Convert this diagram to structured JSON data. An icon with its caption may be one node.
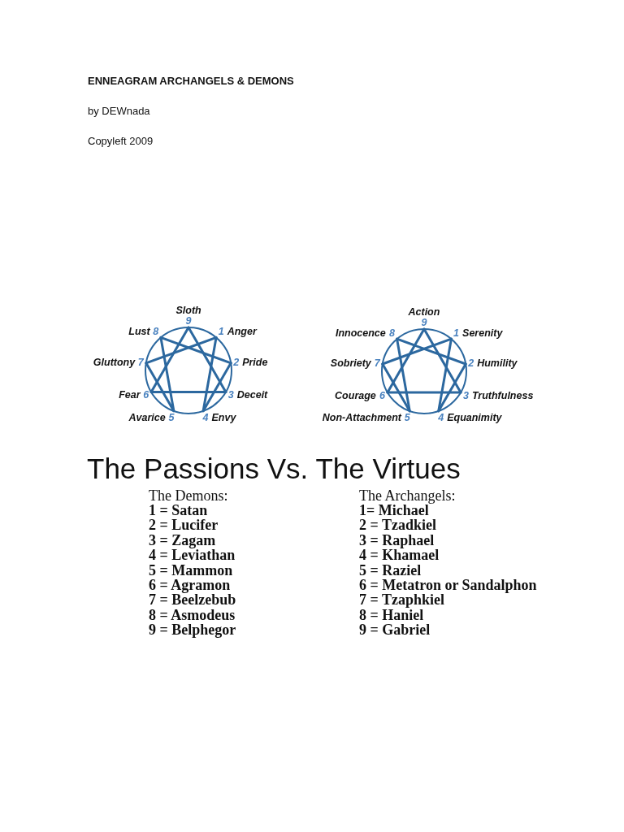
{
  "diagram": {
    "title": "ENNEAGRAM ARCHANGELS & DEMONS",
    "nodes": [
      {
        "text": [
          "1"
        ],
        "beside": [
          "Anger"
        ]
      },
      {
        "text": [
          "2"
        ],
        "beside": [
          "Pride"
        ]
      },
      {
        "text": [
          "3"
        ],
        "beside": [
          "Deceit"
        ]
      },
      {
        "text": [
          "4"
        ],
        "beside": [
          "Envy"
        ]
      },
      {
        "text": [
          "5"
        ],
        "beside": [
          "Avarice"
        ]
      },
      {
        "text": [
          "6"
        ],
        "beside": [
          "Fear"
        ]
      },
      {
        "text": [
          "7"
        ],
        "beside": [
          "Gluttony"
        ]
      },
      {
        "text": [
          "8"
        ],
        "beside": [
          "Lust"
        ]
      },
      {
        "text": [
          "9"
        ],
        "beside": [
          "Sloth"
        ]
      },
      {
        "text": [
          "1"
        ],
        "beside": [
          "Serenity"
        ]
      },
      {
        "text": [
          "2"
        ],
        "beside": [
          "Humility"
        ]
      },
      {
        "text": [
          "3"
        ],
        "beside": [
          "Truthfulness"
        ]
      },
      {
        "text": [
          "4"
        ],
        "beside": [
          "Equanimity"
        ]
      },
      {
        "text": [
          "5"
        ],
        "beside": [
          "Non-Attachment"
        ]
      },
      {
        "text": [
          "6"
        ],
        "beside": [
          "Courage"
        ]
      },
      {
        "text": [
          "7"
        ],
        "beside": [
          "Sobriety"
        ]
      },
      {
        "text": [
          "8"
        ],
        "beside": [
          "Innocence"
        ]
      },
      {
        "text": [
          "9"
        ],
        "beside": [
          "Action"
        ]
      }
    ],
    "edges": [
      {
        "from": 0,
        "to": 3,
        "arrow": "none"
      },
      {
        "from": 3,
        "to": 1,
        "arrow": "none"
      },
      {
        "from": 1,
        "to": 7,
        "arrow": "none"
      },
      {
        "from": 7,
        "to": 4,
        "arrow": "none"
      },
      {
        "from": 4,
        "to": 6,
        "arrow": "none"
      },
      {
        "from": 6,
        "to": 0,
        "arrow": "none"
      },
      {
        "from": 2,
        "to": 5,
        "arrow": "none"
      },
      {
        "from": 5,
        "to": 8,
        "arrow": "none"
      },
      {
        "from": 8,
        "to": 2,
        "arrow": "none"
      },
      {
        "from": 9,
        "to": 12,
        "arrow": "none"
      },
      {
        "from": 12,
        "to": 10,
        "arrow": "none"
      },
      {
        "from": 10,
        "to": 16,
        "arrow": "none"
      },
      {
        "from": 16,
        "to": 13,
        "arrow": "none"
      },
      {
        "from": 13,
        "to": 15,
        "arrow": "none"
      },
      {
        "from": 15,
        "to": 9,
        "arrow": "none"
      },
      {
        "from": 11,
        "to": 14,
        "arrow": "none"
      },
      {
        "from": 14,
        "to": 17,
        "arrow": "none"
      },
      {
        "from": 17,
        "to": 11,
        "arrow": "none"
      }
    ],
    "labels": [
      "by DEWnada",
      "Copyleft 2009",
      "The Passions Vs. The Virtues",
      "The Demons:",
      "1 = Satan",
      "2 = Lucifer",
      "3 = Zagam",
      "4 = Leviathan",
      "5 = Mammon",
      "6 = Agramon",
      "7 = Beelzebub",
      "8 = Asmodeus",
      "9 = Belphegor",
      "The Archangels:",
      "1= Michael",
      "2 = Tzadkiel",
      "3 = Raphael",
      "4 = Khamael",
      "5 = Raziel",
      "6 = Metatron or Sandalphon",
      "7 = Tzaphkiel",
      "8 = Haniel",
      "9 = Gabriel"
    ]
  }
}
